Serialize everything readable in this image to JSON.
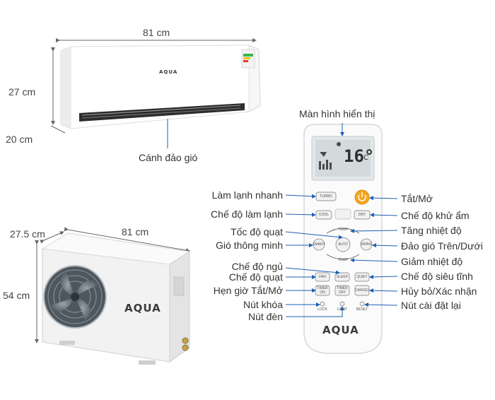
{
  "indoor_unit": {
    "width": "81 cm",
    "height": "27 cm",
    "depth": "20 cm",
    "brand": "AQUA",
    "vane_label": "Cánh đảo gió"
  },
  "outdoor_unit": {
    "width": "81 cm",
    "depth": "27.5 cm",
    "height": "54 cm",
    "brand": "AQUA"
  },
  "remote": {
    "brand": "AQUA",
    "display_temp": "16°",
    "display_unit": "C",
    "keys": {
      "turbo": "TURBO",
      "cool": "COOL",
      "dry": "DRY",
      "temp_up": "TEMP",
      "temp_down": "TEMP",
      "smart": "SMART",
      "auto": "AUTO",
      "swing": "SWING",
      "fan": "FAN",
      "sleep": "SLEEP",
      "quiet": "QUIET",
      "timer_on": "TIMER ON",
      "timer_off": "TIMER OFF",
      "cancel": "CANCEL",
      "lock": "LOCK",
      "light": "LIGHT",
      "reset": "RESET"
    },
    "labels": {
      "display": "Màn hình hiển thị",
      "turbo": "Làm lạnh nhanh",
      "cool": "Chế độ làm lạnh",
      "fan_speed": "Tốc độ quạt",
      "smart": "Gió thông minh",
      "sleep": "Chế độ ngủ",
      "fan": "Chế độ quạt",
      "timer": "Hẹn giờ Tắt/Mở",
      "lock": "Nút khóa",
      "light": "Nút đèn",
      "power": "Tắt/Mở",
      "dry": "Chế độ khử ẩm",
      "temp_up": "Tăng nhiệt độ",
      "swing": "Đảo gió Trên/Dưới",
      "temp_down": "Giảm nhiệt độ",
      "quiet": "Chế độ siêu tĩnh",
      "cancel": "Hủy bỏ/Xác nhận",
      "reset": "Nút cài đặt lại"
    }
  },
  "colors": {
    "callout": "#1e5fb4",
    "power_button": "#f5a623",
    "dimension": "#555555"
  }
}
